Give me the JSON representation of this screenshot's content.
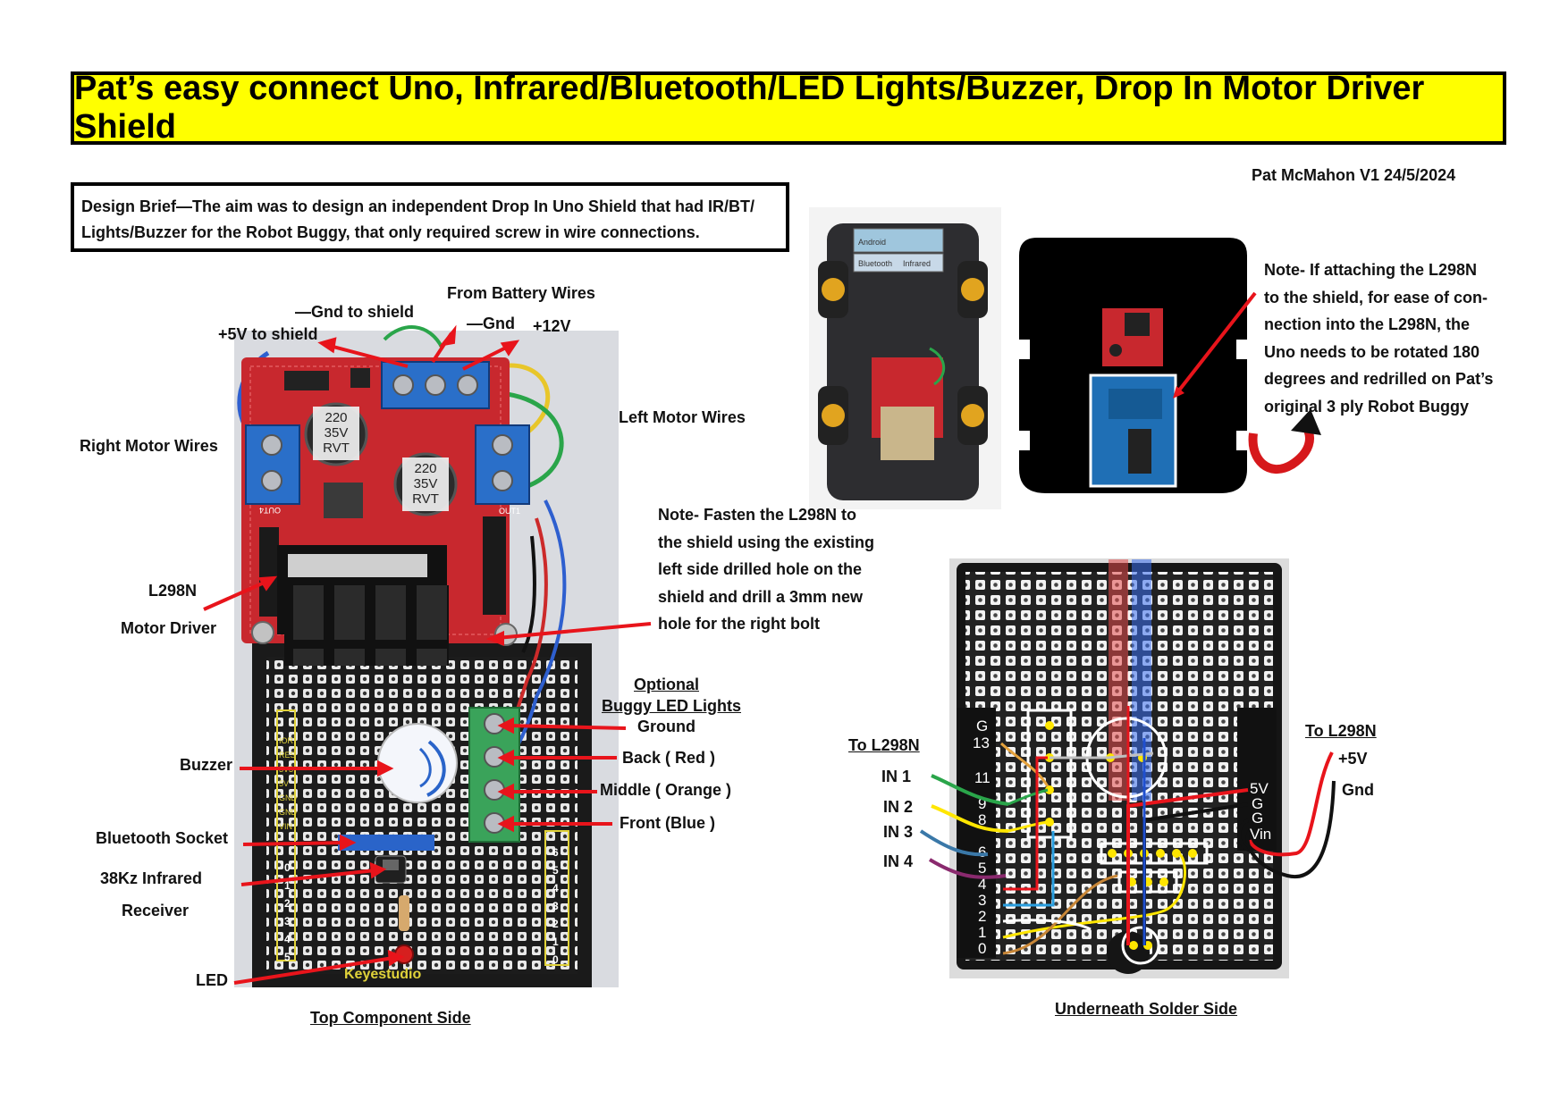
{
  "title": "Pat’s easy connect Uno, Infrared/Bluetooth/LED Lights/Buzzer, Drop In Motor Driver Shield",
  "author": "Pat McMahon  V1  24/5/2024",
  "brief": {
    "line1": "Design Brief—The aim was to design an independent Drop In Uno Shield that had IR/BT/",
    "line2": "Lights/Buzzer for the Robot Buggy, that only required screw in wire connections."
  },
  "top_labels": {
    "gnd_to_shield": "—Gnd to shield",
    "from_battery": "From Battery Wires",
    "gnd": "—Gnd",
    "v12": "+12V",
    "v5_to_shield": "+5V to shield",
    "right_motor": "Right Motor Wires",
    "left_motor": "Left Motor Wires",
    "l298n": "L298N",
    "motor_driver": "Motor Driver",
    "optional": "Optional",
    "buggy_led": "Buggy LED Lights",
    "ground": "Ground",
    "back": "Back ( Red )",
    "middle": "Middle ( Orange )",
    "front": "Front (Blue )",
    "buzzer": "Buzzer",
    "bluetooth": "Bluetooth Socket",
    "infrared1": "38Kz Infrared",
    "infrared2": "Receiver",
    "led": "LED",
    "caption": "Top Component Side"
  },
  "board_text": {
    "cap1": [
      "220",
      "35V",
      "RVT"
    ],
    "cap2": [
      "220",
      "35V",
      "RVT"
    ],
    "out4": "OUT4",
    "out1": "OUT1",
    "brand": "Keyestudio",
    "right_digits": [
      "6",
      "5",
      "4",
      "3",
      "2",
      "1",
      "0"
    ],
    "left_digits": [
      "0",
      "1",
      "2",
      "3",
      "4",
      "5"
    ],
    "left_pins": [
      "IOR",
      "RES",
      "3V3",
      "5V",
      "GND",
      "GND",
      "VIN"
    ]
  },
  "note_fasten": [
    "Note-  Fasten the L298N to",
    "the shield using the existing",
    "left side drilled hole on the",
    "shield and drill a 3mm new",
    "hole for the right bolt"
  ],
  "note_rotate": [
    "Note-  If attaching the L298N",
    "to the shield, for ease of con-",
    "nection into the L298N, the",
    "Uno needs to be rotated 180",
    "degrees and redrilled on Pat’s",
    "original  3 ply Robot Buggy"
  ],
  "buggy_text": {
    "module1": "Infrared",
    "module2": "Bluetooth",
    "module3": "Android"
  },
  "solder_labels": {
    "to_l298n_left": "To L298N",
    "in1": "IN 1",
    "in2": "IN 2",
    "in3": "IN 3",
    "in4": "IN 4",
    "to_l298n_right": "To L298N",
    "v5": "+5V",
    "gnd": "Gnd",
    "caption": "Underneath Solder Side",
    "pins_left": [
      "G",
      "13",
      "11",
      "9",
      "8",
      "6",
      "5",
      "4",
      "3",
      "2",
      "1",
      "0"
    ],
    "pins_right": [
      "5V",
      "G",
      "G",
      "Vin"
    ]
  },
  "colors": {
    "title_bg": "#ffff00",
    "arrow": "#e8141b",
    "pcb_red": "#c8282e",
    "terminal_blue": "#2a6fc9",
    "terminal_green": "#3aa35a",
    "proto_black": "#1c1c1c"
  }
}
